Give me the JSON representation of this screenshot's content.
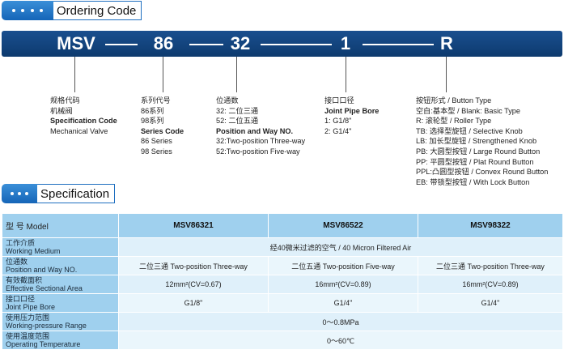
{
  "ordering_section": {
    "title": "Ordering Code"
  },
  "code": {
    "segments": [
      "MSV",
      "86",
      "32",
      "1",
      "R"
    ]
  },
  "col1": {
    "cn1": "规格代码",
    "cn2": "机械阀",
    "en_bold": "Specification Code",
    "en": "Mechanical Valve"
  },
  "col2": {
    "cn1": "系列代号",
    "l1": "86系列",
    "l2": "98系列",
    "en_bold": "Series Code",
    "e1": "86 Series",
    "e2": "98 Series"
  },
  "col3": {
    "cn1": "位通数",
    "l1": "32:  二位三通",
    "l2": "52:  二位五通",
    "en_bold": "Position and Way  NO.",
    "e1": "32:Two-position  Three-way",
    "e2": "52:Two-position  Five-way"
  },
  "col4": {
    "cn1": "接口口径",
    "en_bold": "Joint Pipe Bore",
    "l1": "1:  G1/8\"",
    "l2": "2: G1/4\""
  },
  "col5": {
    "title": "按钮形式  /   Button Type",
    "items": [
      "空白:基本型 / Blank: Basic Type",
      "R:  滚轮型 / Roller Type",
      "TB: 选择型旋钮 / Selective Knob",
      "LB: 加长型旋钮 / Strengthened Knob",
      "PB: 大圆型按钮 / Large Round Button",
      "PP: 平圆型按钮 / Plat Round Button",
      "PPL:凸圆型按钮 / Convex Round Button",
      "EB: 带锁型按钮 / With Lock Button"
    ]
  },
  "spec_section": {
    "title": "Specification"
  },
  "table": {
    "header_label": "型  号  Model",
    "models": [
      "MSV86321",
      "MSV86522",
      "MSV98322"
    ],
    "rows": [
      {
        "cn": "工作介质",
        "en": "Working Medium",
        "merged": "经40微米过滤的空气   /  40 Micron Filtered Air"
      },
      {
        "cn": "位通数",
        "en": "Position and Way NO.",
        "cells": [
          "二位三通      Two-position Three-way",
          "二位五通      Two-position Five-way",
          "二位三通      Two-position Three-way"
        ]
      },
      {
        "cn": "有效截面积",
        "en": "Effective Sectional Area",
        "cells": [
          "12mm²(CV=0.67)",
          "16mm²(CV=0.89)",
          "16mm²(CV=0.89)"
        ]
      },
      {
        "cn": "接口口径",
        "en": "Joint Pipe Bore",
        "cells": [
          "G1/8\"",
          "G1/4\"",
          "G1/4\""
        ]
      },
      {
        "cn": "使用压力范围",
        "en": "Working-pressure Range",
        "merged": "0～0.8MPa"
      },
      {
        "cn": "使用温度范围",
        "en": "Operating Temperature",
        "merged": "0～60℃"
      }
    ]
  }
}
